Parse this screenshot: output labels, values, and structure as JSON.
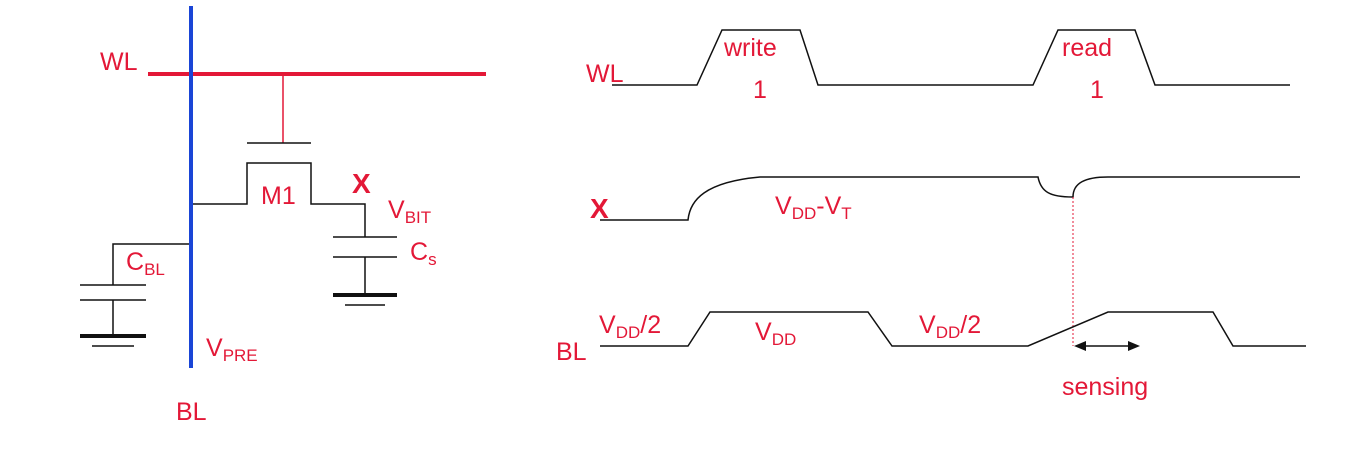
{
  "colors": {
    "red": "#e31837",
    "blue": "#1a45d6",
    "black": "#111111"
  },
  "circuit": {
    "wordline_label": "WL",
    "bitline_label": "BL",
    "transistor_label": "M1",
    "storage_node_label": "X",
    "vbit": {
      "main": "V",
      "sub": "BIT"
    },
    "vpre": {
      "main": "V",
      "sub": "PRE"
    },
    "cbl": {
      "main": "C",
      "sub": "BL"
    },
    "cs": {
      "main": "C",
      "sub": "s"
    }
  },
  "timing": {
    "wl_label": "WL",
    "x_label": "X",
    "bl_label": "BL",
    "write_pulse": {
      "line1": "write",
      "line2": "1"
    },
    "read_pulse": {
      "line1": "read",
      "line2": "1"
    },
    "x_level": {
      "v1": "V",
      "s1": "DD",
      "dash": "-V",
      "s2": "T"
    },
    "bl_half_1": {
      "main": "V",
      "sub": "DD",
      "rest": "/2"
    },
    "bl_full": {
      "main": "V",
      "sub": "DD"
    },
    "bl_half_2": {
      "main": "V",
      "sub": "DD",
      "rest": "/2"
    },
    "sensing_label": "sensing"
  }
}
